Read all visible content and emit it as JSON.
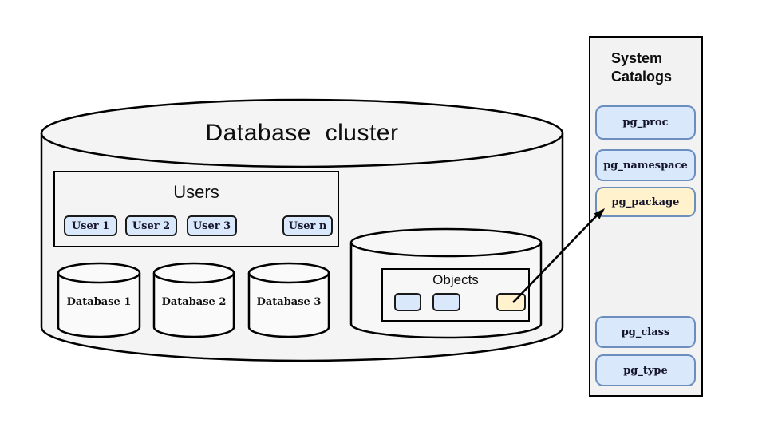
{
  "cluster": {
    "title": "Database  cluster"
  },
  "users": {
    "title": "Users",
    "items": [
      "User 1",
      "User 2",
      "User 3",
      "User n"
    ]
  },
  "databases": [
    "Database 1",
    "Database 2",
    "Database 3"
  ],
  "objects": {
    "title": "Objects"
  },
  "catalogs": {
    "title": "System Catalogs",
    "items": [
      "pg_proc",
      "pg_namespace",
      "pg_package",
      "pg_class",
      "pg_type"
    ]
  },
  "colors": {
    "chip_blue_fill": "#dae8fc",
    "chip_yellow_fill": "#fff2cc",
    "catalog_border_blue": "#6c8ebf",
    "shape_fill_gray": "#f4f4f4",
    "outline_black": "#000000"
  }
}
